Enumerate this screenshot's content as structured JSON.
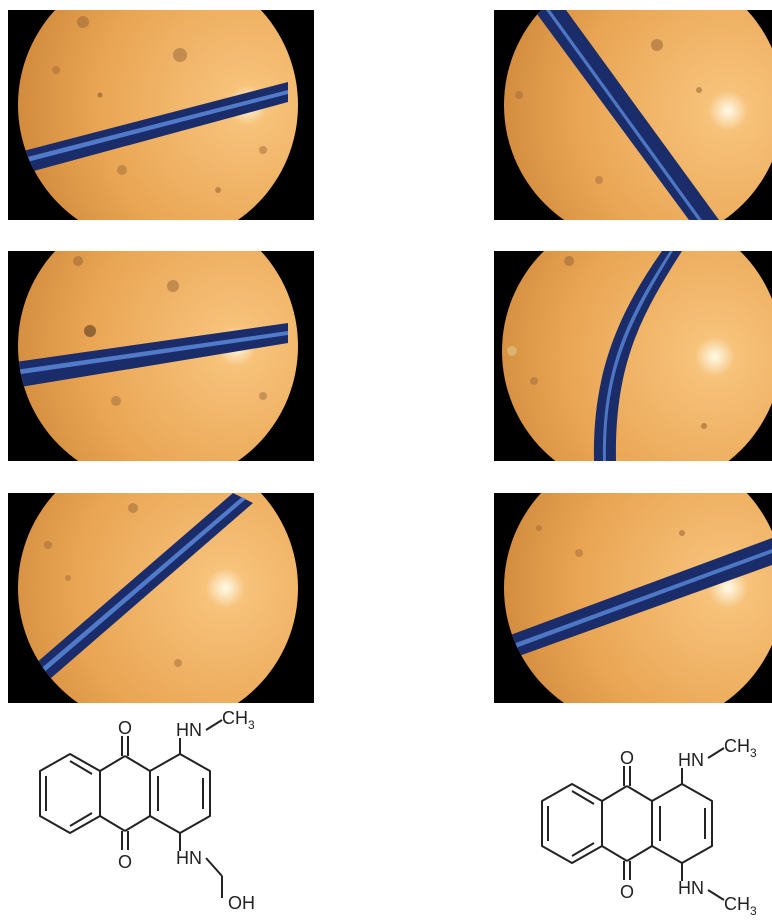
{
  "panels": [
    {
      "id": "left-1"
    },
    {
      "id": "right-1"
    },
    {
      "id": "left-2"
    },
    {
      "id": "right-2"
    },
    {
      "id": "left-3"
    },
    {
      "id": "right-3"
    }
  ],
  "structures": {
    "left": {
      "oxygen_top": "O",
      "oxygen_bottom": "O",
      "amine_top": "HN",
      "methyl_top": "CH",
      "methyl_top_sub": "3",
      "amine_bottom": "HN",
      "hydroxyl": "OH"
    },
    "right": {
      "oxygen_top": "O",
      "oxygen_bottom": "O",
      "amine_top": "HN",
      "methyl_top": "CH",
      "methyl_top_sub": "3",
      "amine_bottom": "HN",
      "methyl_bottom": "CH",
      "methyl_bottom_sub": "3"
    }
  },
  "colors": {
    "field_light": "#f4b56a",
    "field_dark": "#d98e3e",
    "fiber": "#1b2c6b",
    "fiber_highlight": "#5f8fe0",
    "background": "#000000"
  }
}
